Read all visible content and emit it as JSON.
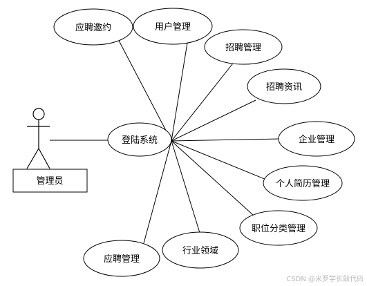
{
  "actor": {
    "label": "管理员"
  },
  "center": {
    "label": "登陆系统"
  },
  "use_cases": [
    {
      "id": "ying-pin-yao-yue",
      "label": "应聘邀约"
    },
    {
      "id": "yong-hu-guan-li",
      "label": "用户管理"
    },
    {
      "id": "zhao-pin-guan-li",
      "label": "招聘管理"
    },
    {
      "id": "zhao-pin-zi-xun",
      "label": "招聘资讯"
    },
    {
      "id": "qi-ye-guan-li",
      "label": "企业管理"
    },
    {
      "id": "ge-ren-jian-li-guan-li",
      "label": "个人简历管理"
    },
    {
      "id": "zhi-wei-fen-lei-guan-li",
      "label": "职位分类管理"
    },
    {
      "id": "hang-ye-ling-yu",
      "label": "行业领域"
    },
    {
      "id": "ying-pin-guan-li",
      "label": "应聘管理"
    }
  ],
  "watermark": "CSDN @米罗学长敲代码"
}
